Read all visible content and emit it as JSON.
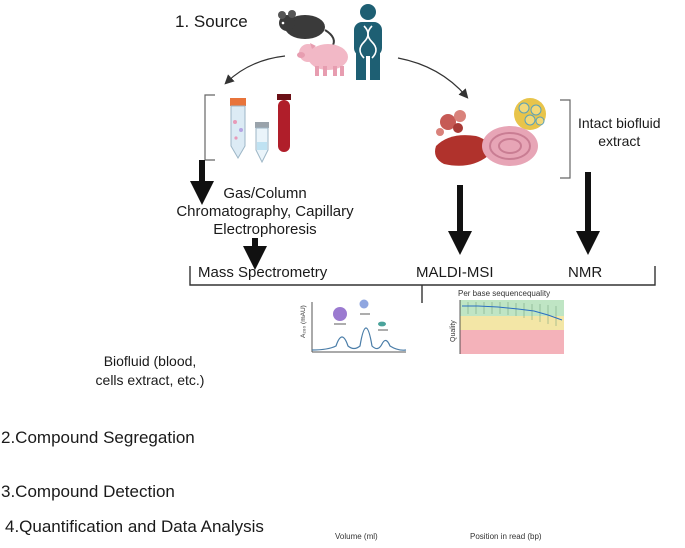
{
  "steps": {
    "source": "1. Source",
    "segregation": "2.Compound Segregation",
    "detection": "3.Compound Detection",
    "quantification": "4.Quantification and Data Analysis"
  },
  "labels": {
    "gas_column_line1": "Gas/Column",
    "gas_column_line2": "Chromatography, Capillary",
    "gas_column_line3": "Electrophoresis",
    "intact_line1": "Intact biofluid",
    "intact_line2": "extract",
    "mass_spec": "Mass Spectrometry",
    "maldi": "MALDI-MSI",
    "nmr": "NMR",
    "biofluid_line1": "Biofluid (blood,",
    "biofluid_line2": "cells extract, etc.)"
  },
  "chromatogram": {
    "ylabel": "A₂₈₀ (mAU)",
    "xlabel": "Volume (ml)"
  },
  "quality_plot": {
    "title": "Per base sequencequality",
    "ylabel": "Quality",
    "xlabel": "Position in read (bp)"
  },
  "colors": {
    "arrow": "#111111",
    "human": "#1e5f73",
    "pig": "#f2b8c6",
    "mouse": "#3a3a3a",
    "tube_cap": "#e8743b",
    "blood": "#b01e2a",
    "tissue_red": "#b0322c",
    "tissue_pink": "#e7a5b6",
    "tissue_yellow": "#e8c44a"
  }
}
